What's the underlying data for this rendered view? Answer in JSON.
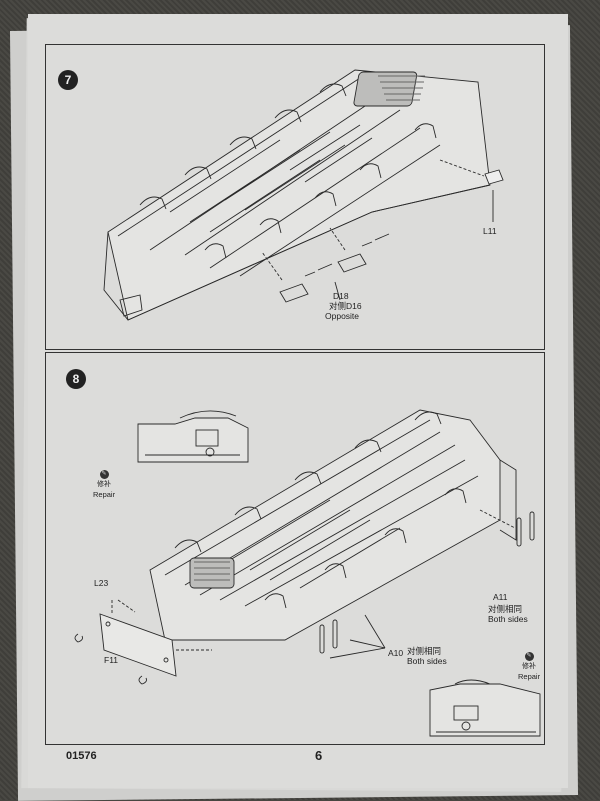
{
  "step7": {
    "number": "7",
    "labels": {
      "l11": "L11",
      "d18": "D18",
      "d16_cn": "对侧D16",
      "opposite": "Opposite"
    }
  },
  "step8": {
    "number": "8",
    "repair_top": {
      "cn": "修补",
      "en": "Repair"
    },
    "repair_bottom": {
      "cn": "修补",
      "en": "Repair"
    },
    "labels": {
      "l23": "L23",
      "f11": "F11",
      "a11": "A11",
      "a11_cn": "对侧相同",
      "a11_en": "Both sides",
      "a10": "A10",
      "a10_cn": "对侧相同",
      "a10_en": "Both sides"
    }
  },
  "footer": {
    "code": "01576",
    "page_number": "6"
  }
}
